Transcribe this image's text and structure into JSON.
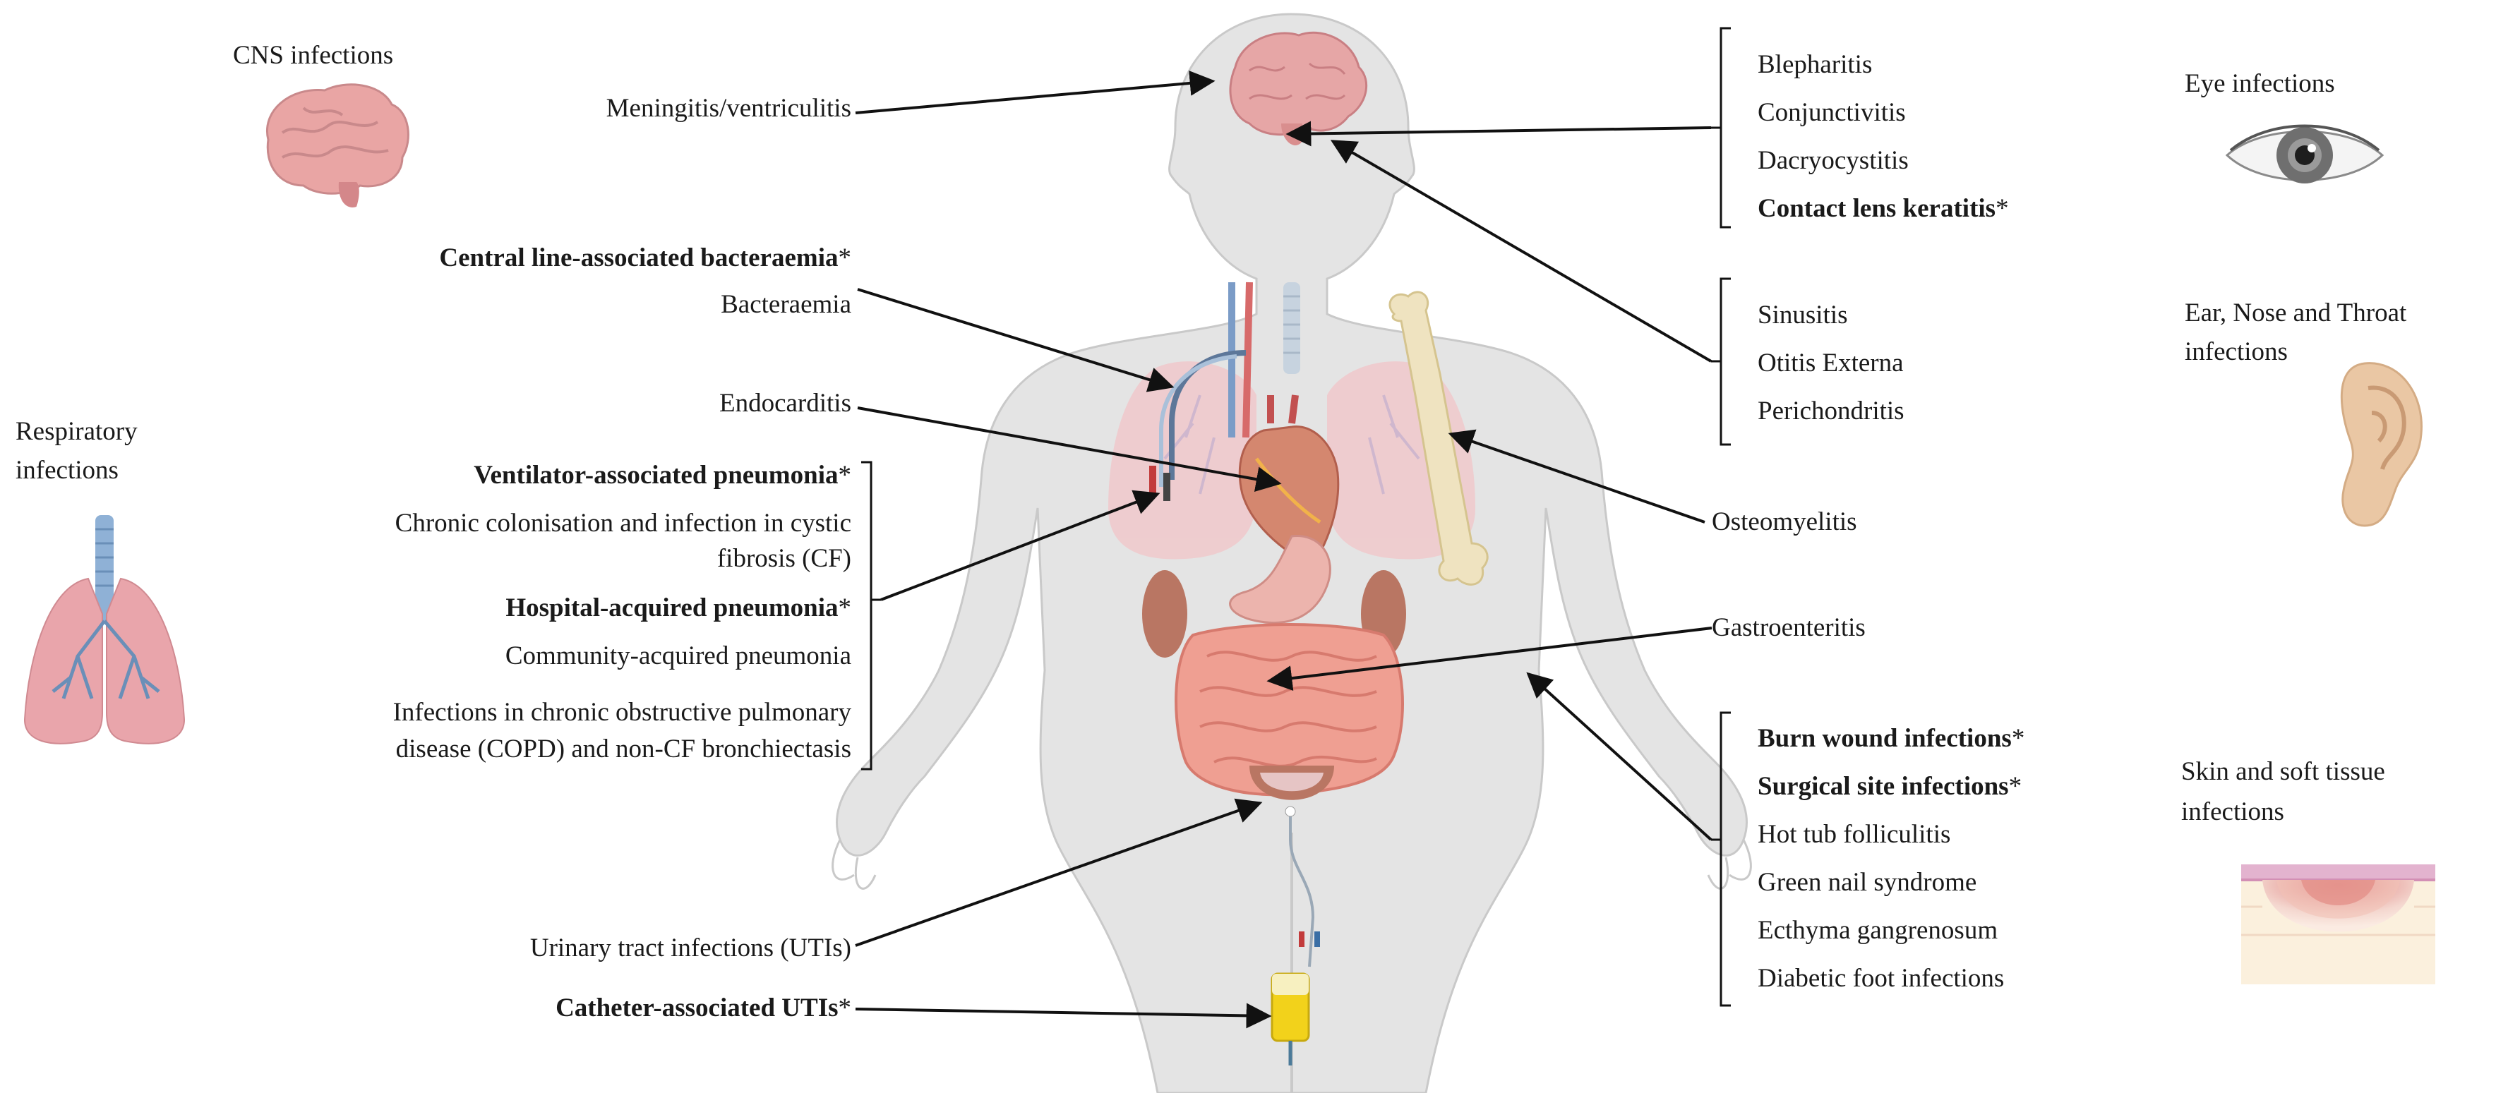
{
  "categories": {
    "cns": "CNS infections",
    "respiratory_1": "Respiratory",
    "respiratory_2": "infections",
    "eye": "Eye infections",
    "ent_1": "Ear, Nose and Throat",
    "ent_2": "infections",
    "skin_1": "Skin and soft tissue",
    "skin_2": "infections"
  },
  "left_labels": {
    "meningitis": "Meningitis/ventriculitis",
    "clabsi": "Central line-associated bacteraemia",
    "bacteraemia": "Bacteraemia",
    "endocarditis": "Endocarditis",
    "vap": "Ventilator-associated pneumonia",
    "cf_1": "Chronic colonisation and infection in cystic",
    "cf_2": "fibrosis (CF)",
    "hap": "Hospital-acquired pneumonia",
    "cap": "Community-acquired pneumonia",
    "copd_1": "Infections in chronic obstructive pulmonary",
    "copd_2": "disease (COPD) and non-CF bronchiectasis",
    "uti": "Urinary tract infections (UTIs)",
    "cauti": "Catheter-associated UTIs"
  },
  "right_labels": {
    "blepharitis": "Blepharitis",
    "conjunctivitis": "Conjunctivitis",
    "dacryocystitis": "Dacryocystitis",
    "keratitis": "Contact lens keratitis",
    "sinusitis": "Sinusitis",
    "otitis": "Otitis Externa",
    "perichondritis": "Perichondritis",
    "osteomyelitis": "Osteomyelitis",
    "gastroenteritis": "Gastroenteritis",
    "burn": "Burn wound infections",
    "surgical": "Surgical site infections",
    "hot_tub": "Hot tub folliculitis",
    "green_nail": "Green nail syndrome",
    "ecthyma": "Ecthyma gangrenosum",
    "diabetic": "Diabetic foot infections"
  },
  "marker": "*",
  "icons": [
    "brain-icon",
    "lungs-icon",
    "eye-icon",
    "ear-icon",
    "skin-layers-icon",
    "human-body-icon",
    "heart-icon",
    "bone-icon",
    "intestine-icon",
    "urine-bag-icon"
  ],
  "colors": {
    "body": "#e4e4e4",
    "organ_pink": "#e6a6a6",
    "lung": "#f2c5c8",
    "bone": "#efe3c0",
    "urine": "#f2d21b",
    "arrow": "#111111"
  }
}
